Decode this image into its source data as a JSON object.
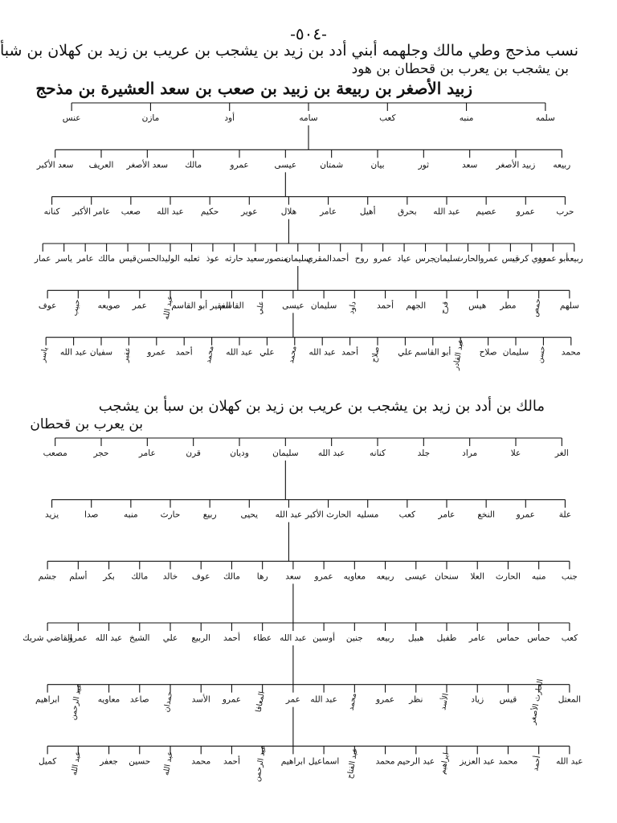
{
  "page_number": "-٥٠٤-",
  "header": {
    "line1": "نسب مذحج وطي مالك وجلهمه أبني أدد بن زيد بن يشجب بن عريب بن زيد بن كهلان بن شبأ",
    "line2": "بن يشجب بن يعرب بن قحطان بن هود",
    "line3": "زبيد الأصغر بن ربيعة بن زبيد بن صعب بن سعد العشيرة بن مذحج"
  },
  "section2": {
    "line1": "مالك بن أدد بن زيد بن يشجب بن عريب بن زيد بن كهلان بن سبأ بن يشجب",
    "line2": "بن يعرب بن قحطان"
  },
  "tree1": {
    "top_names": [
      "سلمه",
      "منبه",
      "كعب",
      "سامه",
      "أود",
      "مازن",
      "عنس"
    ],
    "row_a": [
      "ربيعه",
      "زبيد الأصغر",
      "سعد",
      "ثور",
      "بيان",
      "شمتان",
      "عيسى",
      "عمرو",
      "مالك",
      "سعد الأصغر",
      "العريف",
      "سعد الأكبر"
    ],
    "row_b": [
      "حرب",
      "عمرو",
      "عصيم",
      "عبد الله",
      "بحرق",
      "أهيل",
      "عامر",
      "هلال",
      "عوير",
      "حكيم",
      "عبد الله",
      "صعب",
      "عامر الأكبر",
      "كنانه"
    ],
    "row_c": [
      "ربيعه",
      "أبو عمرو",
      "معدي كرب",
      "قيس",
      "عمرو",
      "الحارث",
      "سليمان",
      "جرس",
      "عياد",
      "عمرو",
      "روح",
      "أحمد",
      "المقري",
      "سليمان",
      "منصور",
      "سعيد",
      "حارثه",
      "عوذ",
      "ثعلبه",
      "الوليد",
      "الحسن",
      "قيس",
      "مالك",
      "عامر",
      "ياسر",
      "عمار"
    ],
    "row_d": [
      "سلهم",
      "حمص",
      "مطر",
      "هيس",
      "قرح",
      "الجهم",
      "أحمد",
      "داود",
      "سليمان",
      "عيسى",
      "علي",
      "القاسم",
      "الفقير أبو القاسم",
      "عبد الله",
      "عمر",
      "صويعه",
      "حبيب",
      "عوف"
    ],
    "row_e": [
      "محمد",
      "حسن",
      "سليمان",
      "صلاح",
      "عبد القادر",
      "أبو القاسم",
      "علي",
      "صلاح",
      "أحمد",
      "عبد الله",
      "محمد",
      "علي",
      "عبد الله",
      "محمد",
      "أحمد",
      "عمرو",
      "عقير",
      "سفيان",
      "عبد الله",
      "ياسر"
    ]
  },
  "tree2": {
    "top_names": [
      "الغر",
      "علا",
      "مراد",
      "جلد",
      "كنانه",
      "عبد الله",
      "سليمان",
      "وديان",
      "قرن",
      "عامر",
      "حجر",
      "مصعب"
    ],
    "row_a": [
      "علة",
      "عمرو",
      "النخع",
      "عامر",
      "كعب",
      "مسليه",
      "الحارث الأكبر",
      "عبد الله",
      "يحيى",
      "ربيع",
      "حارث",
      "منبه",
      "صدا",
      "يزيد"
    ],
    "row_b": [
      "جنب",
      "منبه",
      "الحارث",
      "العلا",
      "سنحان",
      "عيسى",
      "ربيعه",
      "معاويه",
      "عمرو",
      "سعد",
      "رها",
      "مالك",
      "عوف",
      "خالد",
      "مالك",
      "بكر",
      "أسلم",
      "جشم"
    ],
    "row_c": [
      "كعب",
      "حماس",
      "حماس",
      "عامر",
      "طفيل",
      "هبيل",
      "ربيعه",
      "جنين",
      "أوسين",
      "عبد الله",
      "عطاء",
      "أحمد",
      "الربيع",
      "علي",
      "الشيخ",
      "عبد الله",
      "عمرو",
      "القاضي شريك"
    ],
    "row_d": [
      "المعتل",
      "الحارث الأصغر",
      "قيس",
      "زياد",
      "الأسد",
      "نظر",
      "عمرو",
      "محمد",
      "عبد الله",
      "عمر",
      "المعافا",
      "عمرو",
      "الأسد",
      "حمدان",
      "صاعد",
      "معاويه",
      "عبد الرحمن",
      "ابراهيم"
    ],
    "row_e": [
      "عبد الله",
      "أحمد",
      "محمد",
      "عبد العزيز",
      "ابراهيم",
      "عبد الرحيم",
      "محمد",
      "عبد الفتاح",
      "اسماعيل",
      "ابراهيم",
      "عبد الرحمن",
      "أحمد",
      "محمد",
      "عبد الله",
      "حسين",
      "جعفر",
      "عبد الله",
      "كميل"
    ]
  }
}
